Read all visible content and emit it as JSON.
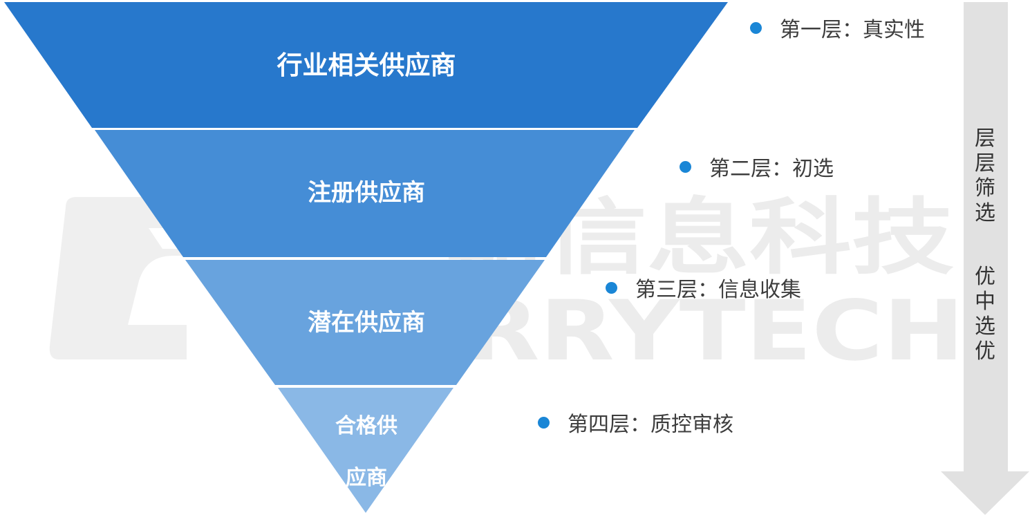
{
  "colors": {
    "layer1": "#2778cc",
    "layer2": "#458dd6",
    "layer3": "#68a3de",
    "layer4": "#8ab8e6",
    "bullet": "#1a86d6",
    "arrow": "#e1e1e1",
    "watermark": "#ececec"
  },
  "funnel": {
    "layers": [
      {
        "label": "行业相关供应商"
      },
      {
        "label": "注册供应商"
      },
      {
        "label": "潜在供应商"
      },
      {
        "label_line1": "合格供",
        "label_line2": "应商"
      }
    ]
  },
  "stages": [
    {
      "text": "第一层：真实性"
    },
    {
      "text": "第二层：初选"
    },
    {
      "text": "第三层：信息收集"
    },
    {
      "text": "第四层：质控审核"
    }
  ],
  "arrow": {
    "chars_top": [
      "层",
      "层",
      "筛",
      "选"
    ],
    "chars_bottom": [
      "优",
      "中",
      "选",
      "优"
    ]
  },
  "watermark": {
    "cn": "嘉信息科技",
    "en": "KARRYTECH"
  }
}
